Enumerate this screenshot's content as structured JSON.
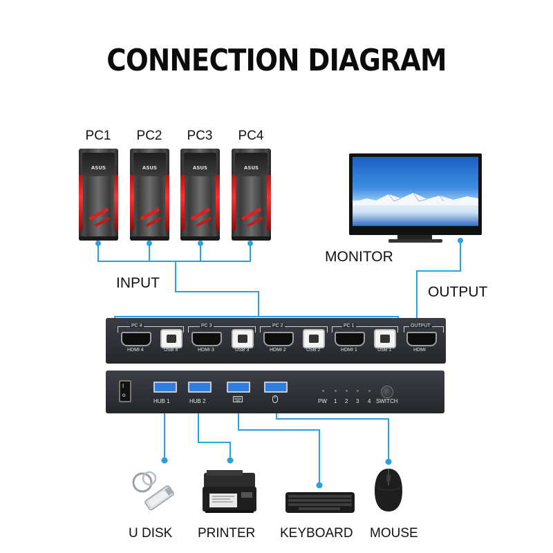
{
  "title": "CONNECTION DIAGRAM",
  "pcs": [
    "PC1",
    "PC2",
    "PC3",
    "PC4"
  ],
  "pc_brand": "ASUS",
  "labels": {
    "monitor": "MONITOR",
    "input": "INPUT",
    "output": "OUTPUT"
  },
  "kvm_back": {
    "groups": [
      "PC 4",
      "PC 3",
      "PC 2",
      "PC 1"
    ],
    "hdmi_labels": [
      "HDMI 4",
      "HDMI 3",
      "HDMI 2",
      "HDMI 1"
    ],
    "usb_labels": [
      "USB 4",
      "USB 3",
      "USB 2",
      "USB 1"
    ],
    "output_label": "OUTPUT",
    "output_hdmi": "HDMI"
  },
  "kvm_front": {
    "hub1": "HUB  1",
    "hub2": "HUB  2",
    "pw": "PW",
    "leds": [
      "1",
      "2",
      "3",
      "4"
    ],
    "switch": "SWITCH"
  },
  "devices": [
    "U DISK",
    "PRINTER",
    "KEYBOARD",
    "MOUSE"
  ],
  "colors": {
    "wire": "#2aa0e0",
    "title": "#0b0b0b",
    "usb_port": "#2f7de0"
  },
  "icons": [
    "keyboard-icon",
    "mouse-icon",
    "power-icon"
  ]
}
